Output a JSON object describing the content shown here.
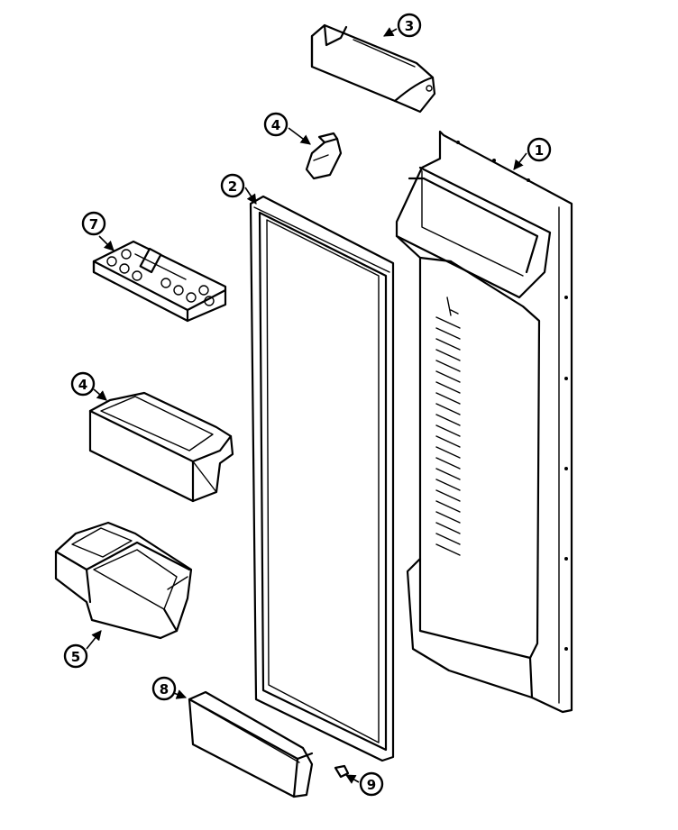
{
  "callouts": [
    {
      "id": "1",
      "label": "1"
    },
    {
      "id": "2",
      "label": "2"
    },
    {
      "id": "3",
      "label": "3"
    },
    {
      "id": "4a",
      "label": "4"
    },
    {
      "id": "4b",
      "label": "4"
    },
    {
      "id": "5",
      "label": "5"
    },
    {
      "id": "7",
      "label": "7"
    },
    {
      "id": "8",
      "label": "8"
    },
    {
      "id": "9",
      "label": "9"
    }
  ]
}
